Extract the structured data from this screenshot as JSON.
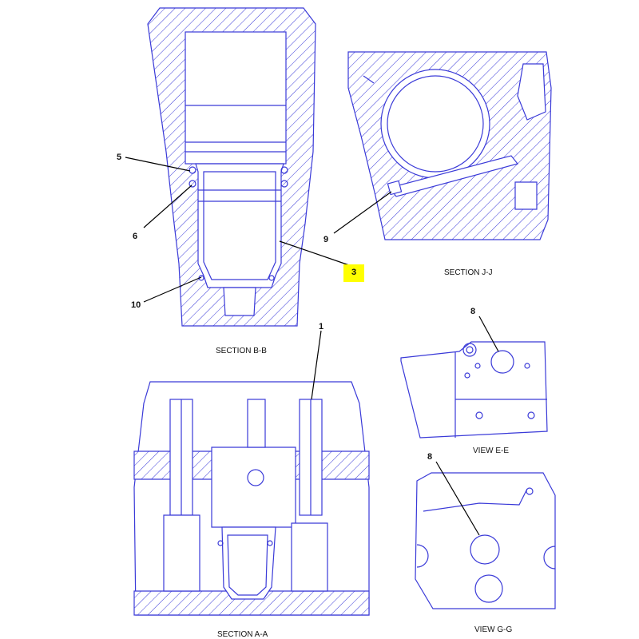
{
  "colors": {
    "line": "#3a3ad8",
    "leader": "#000000",
    "highlight": "#ffff00",
    "background": "#ffffff"
  },
  "views": {
    "b_b": {
      "title": "SECTION B-B"
    },
    "j_j": {
      "title": "SECTION J-J"
    },
    "e_e": {
      "title": "VIEW E-E"
    },
    "g_g": {
      "title": "VIEW G-G"
    },
    "a_a": {
      "title": "SECTION A-A"
    }
  },
  "callouts": {
    "c5": "5",
    "c6": "6",
    "c3": "3",
    "c10": "10",
    "c9": "9",
    "c1": "1",
    "c8_top": "8",
    "c8_bottom": "8"
  },
  "highlighted_callout": "3"
}
